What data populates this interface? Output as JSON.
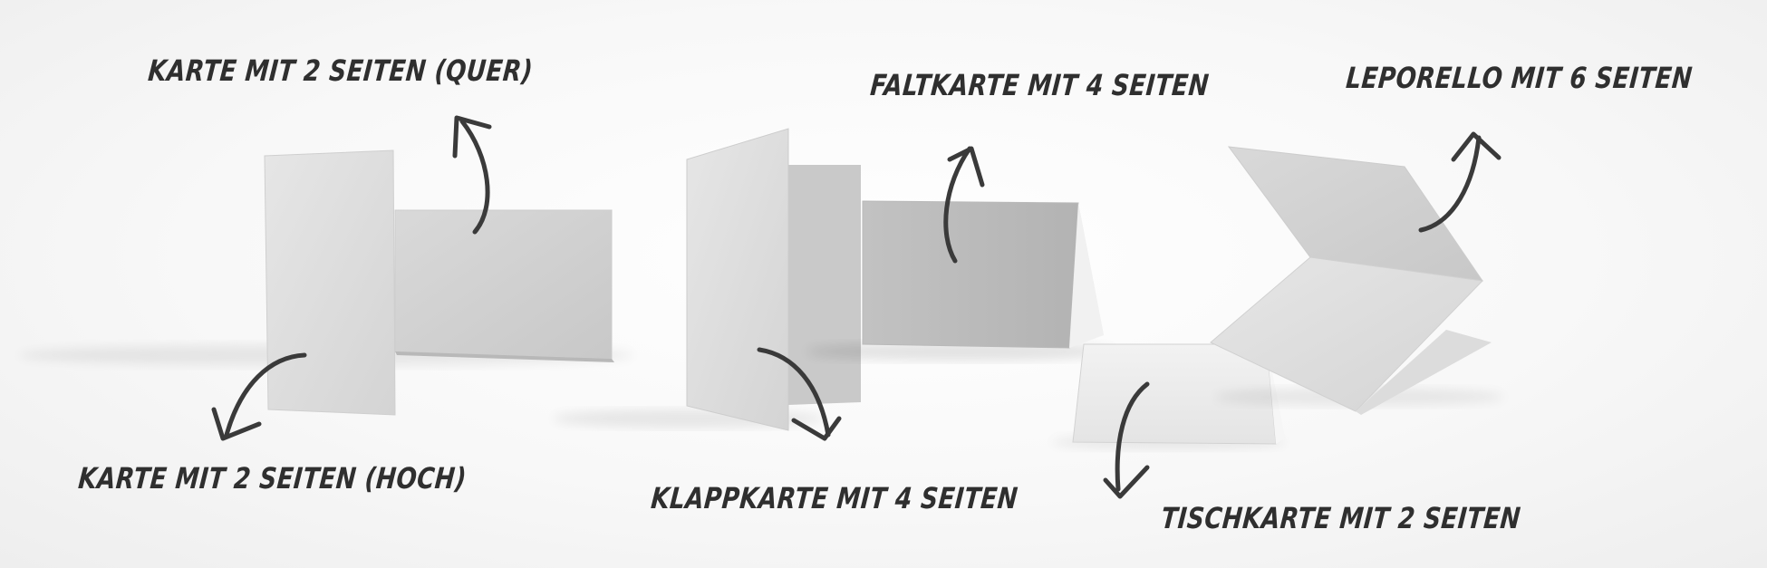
{
  "labels": {
    "karte_quer": "KARTE MIT 2 SEITEN (QUER)",
    "karte_hoch": "KARTE MIT 2 SEITEN (HOCH)",
    "faltkarte": "FALTKARTE MIT 4 SEITEN",
    "klappkarte": "KLAPPKARTE MIT 4 SEITEN",
    "leporello": "LEPORELLO MIT 6 SEITEN",
    "tischkarte": "TISCHKARTE MIT 2 SEITEN"
  },
  "colors": {
    "ink": "#2f2f2f",
    "card_light": "#e2e2e2",
    "card_mid": "#d3d3d3",
    "card_dark": "#bdbdbd"
  }
}
